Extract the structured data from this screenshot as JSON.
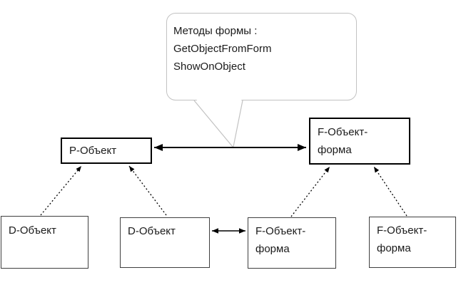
{
  "callout": {
    "lines": [
      "Методы формы :",
      "GetObjectFromForm",
      "ShowOnObject"
    ]
  },
  "nodes": {
    "p_object": {
      "label": "Р-Объект"
    },
    "f_form_main": {
      "lines": [
        "F-Объект-",
        "форма"
      ]
    },
    "d_object_left": {
      "label": "D-Объект"
    },
    "d_object_center": {
      "label": "D-Объект"
    },
    "f_form_center": {
      "lines": [
        "F-Объект-",
        "форма"
      ]
    },
    "f_form_right": {
      "lines": [
        "F-Объект-",
        "форма"
      ]
    }
  },
  "colors": {
    "background": "#ffffff",
    "box_border_thick": "#000000",
    "box_border_thin": "#3f3f3f",
    "callout_border": "#c2c2c2",
    "arrow": "#000000",
    "text": "#1a1a1a"
  }
}
